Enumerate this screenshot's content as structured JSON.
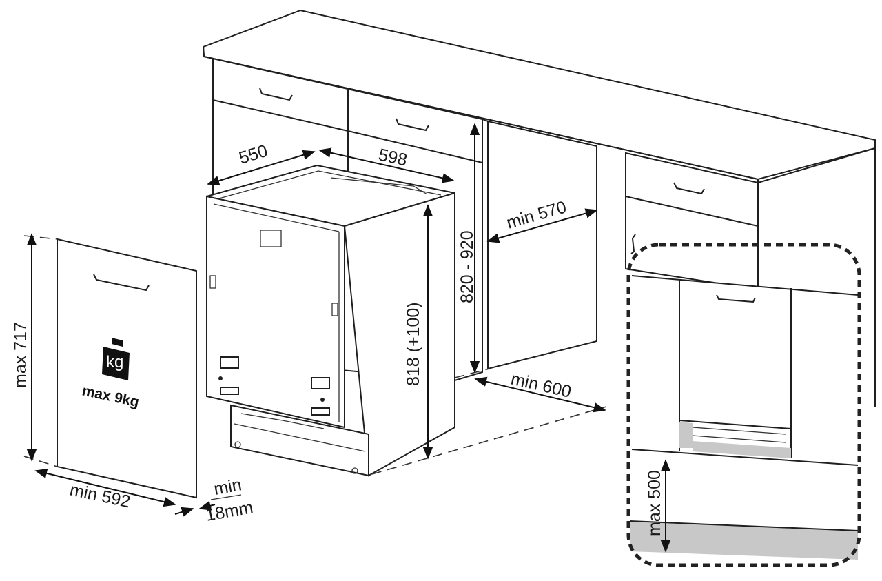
{
  "dimensions": {
    "depth": "550",
    "width": "598",
    "height_adjust": "818 (+100)",
    "niche_height": "820 - 920",
    "niche_depth": "min 570",
    "niche_width": "min 600",
    "panel_height": "max 717",
    "panel_width": "min 592",
    "panel_thickness_top": "min",
    "panel_thickness_bottom": "18mm",
    "plinth_height": "max 500"
  },
  "weight": {
    "icon_label": "kg",
    "text": "max 9kg"
  },
  "colors": {
    "line": "#1f1f1f",
    "floor": "#c8c8c8",
    "weight_icon": "#111111"
  }
}
